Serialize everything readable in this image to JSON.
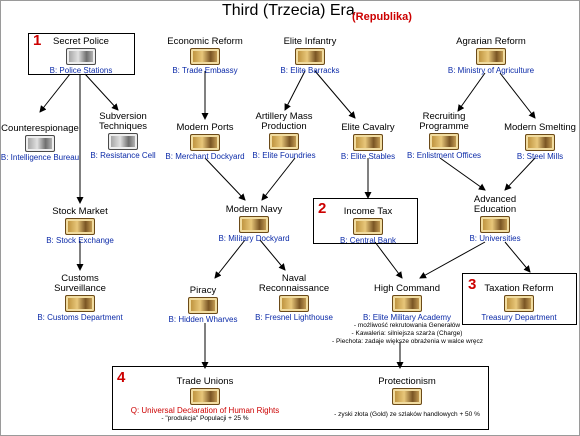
{
  "title": "Third (Trzecia) Era",
  "subtitle": "(Republika)",
  "markers": [
    "1",
    "2",
    "3",
    "4"
  ],
  "nodes": {
    "secret_police": {
      "name": "Secret Police",
      "building": "B: Police Stations"
    },
    "economic_reform": {
      "name": "Economic Reform",
      "building": "B: Trade Embassy"
    },
    "elite_infantry": {
      "name": "Elite Infantry",
      "building": "B: Elite Barracks"
    },
    "agrarian_reform": {
      "name": "Agrarian Reform",
      "building": "B: Ministry of Agriculture"
    },
    "counterespionage": {
      "name": "Counterespionage",
      "building": "B: Intelligence Bureau"
    },
    "subversion": {
      "name": "Subversion\nTechniques",
      "building": "B: Resistance Cell"
    },
    "modern_ports": {
      "name": "Modern Ports",
      "building": "B: Merchant Dockyard"
    },
    "artillery": {
      "name": "Artillery Mass\nProduction",
      "building": "B: Elite Foundries"
    },
    "elite_cavalry": {
      "name": "Elite Cavalry",
      "building": "B: Elite Stables"
    },
    "recruiting": {
      "name": "Recruiting\nProgramme",
      "building": "B: Enlistment Offices"
    },
    "modern_smelting": {
      "name": "Modern Smelting",
      "building": "B: Steel Mills"
    },
    "stock_market": {
      "name": "Stock Market",
      "building": "B: Stock Exchange"
    },
    "modern_navy": {
      "name": "Modern Navy",
      "building": "B: Military Dockyard"
    },
    "income_tax": {
      "name": "Income Tax",
      "building": "B: Central Bank"
    },
    "advanced_education": {
      "name": "Advanced\nEducation",
      "building": "B: Universities"
    },
    "customs": {
      "name": "Customs\nSurveillance",
      "building": "B: Customs Department"
    },
    "piracy": {
      "name": "Piracy",
      "building": "B: Hidden Wharves"
    },
    "naval_recon": {
      "name": "Naval\nReconnaissance",
      "building": "B: Fresnel Lighthouse"
    },
    "high_command": {
      "name": "High Command",
      "building": "B: Elite Military Academy",
      "notes": [
        "- możliwość rekrutowania Generałów",
        "- Kawaleria: silniejsza szarża (Charge)",
        "- Piechota: zadaje większe obrażenia w walce wręcz"
      ]
    },
    "taxation_reform": {
      "name": "Taxation Reform",
      "building": "Treasury Department"
    },
    "trade_unions": {
      "name": "Trade Unions",
      "wonder": "Q: Universal Declaration of Human Rights",
      "note": "- \"produkcja\" Populacji + 25 %"
    },
    "protectionism": {
      "name": "Protectionism",
      "note": "- zyski złota (Gold) ze szlaków handlowych + 50 %"
    }
  }
}
